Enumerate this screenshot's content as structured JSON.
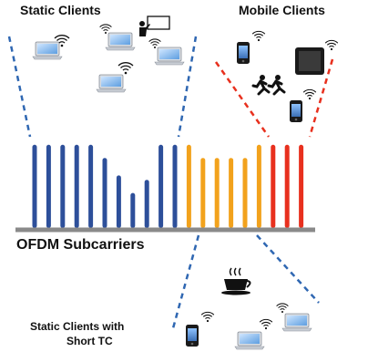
{
  "labels": {
    "static_clients": "Static Clients",
    "mobile_clients": "Mobile Clients",
    "subcarriers": "OFDM Subcarriers",
    "short_tc_line1": "Static  Clients with",
    "short_tc_line2": "Short TC"
  },
  "colors": {
    "static": "#2d4f9a",
    "short_tc": "#f2a21c",
    "mobile": "#e8301e",
    "axis": "#8a8a8a",
    "static_cone": "#2f67b2",
    "mobile_cone": "#e8301e",
    "short_tc_cone": "#2f67b2"
  },
  "subcarriers": [
    {
      "group": "static",
      "level": 0.95
    },
    {
      "group": "static",
      "level": 0.95
    },
    {
      "group": "static",
      "level": 0.95
    },
    {
      "group": "static",
      "level": 0.95
    },
    {
      "group": "static",
      "level": 0.95
    },
    {
      "group": "static",
      "level": 0.8
    },
    {
      "group": "static",
      "level": 0.6
    },
    {
      "group": "static",
      "level": 0.4
    },
    {
      "group": "static",
      "level": 0.55
    },
    {
      "group": "static",
      "level": 0.95
    },
    {
      "group": "static",
      "level": 0.95
    },
    {
      "group": "short_tc",
      "level": 0.95
    },
    {
      "group": "short_tc",
      "level": 0.8
    },
    {
      "group": "short_tc",
      "level": 0.8
    },
    {
      "group": "short_tc",
      "level": 0.8
    },
    {
      "group": "short_tc",
      "level": 0.8
    },
    {
      "group": "short_tc",
      "level": 0.95
    },
    {
      "group": "mobile",
      "level": 0.95
    },
    {
      "group": "mobile",
      "level": 0.95
    },
    {
      "group": "mobile",
      "level": 0.95
    }
  ],
  "icons": {
    "static_laptop": "laptop-icon",
    "mobile_phone": "phone-icon",
    "tablet": "tablet-icon",
    "runner": "running-person-icon",
    "teacher": "presenter-icon",
    "coffee": "coffee-cup-icon",
    "wifi": "wifi-icon"
  }
}
